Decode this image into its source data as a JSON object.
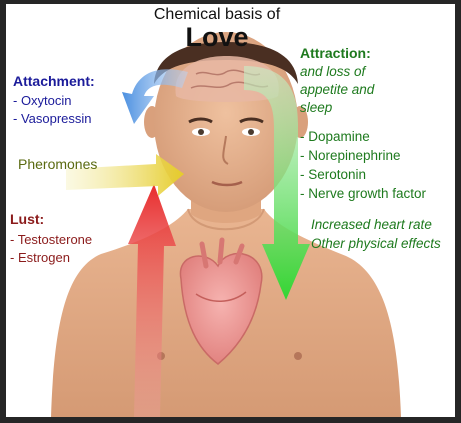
{
  "title": {
    "line1": "Chemical basis of",
    "line2": "Love"
  },
  "attachment": {
    "heading": "Attachment:",
    "items": [
      "- Oxytocin",
      "- Vasopressin"
    ]
  },
  "pheromones": {
    "label": "Pheromones"
  },
  "lust": {
    "heading": "Lust:",
    "items": [
      "- Testosterone",
      "- Estrogen"
    ]
  },
  "attraction": {
    "heading": "Attraction:",
    "subtitle_lines": [
      "and loss of",
      "appetite and",
      "sleep"
    ],
    "items": [
      "- Dopamine",
      "- Norepinephrine",
      "- Serotonin",
      "- Nerve growth factor"
    ],
    "effects_lines": [
      "Increased heart rate",
      "Other physical effects"
    ]
  },
  "colors": {
    "attachment": "#1b1b9a",
    "attraction": "#1e7a1e",
    "lust": "#8b1b1b",
    "pheromones": "#5a6a10",
    "arrow_blue": "#4a90e2",
    "arrow_green": "#3ecf3e",
    "arrow_red": "#e23a3a",
    "arrow_yellow": "#e8d24a"
  }
}
